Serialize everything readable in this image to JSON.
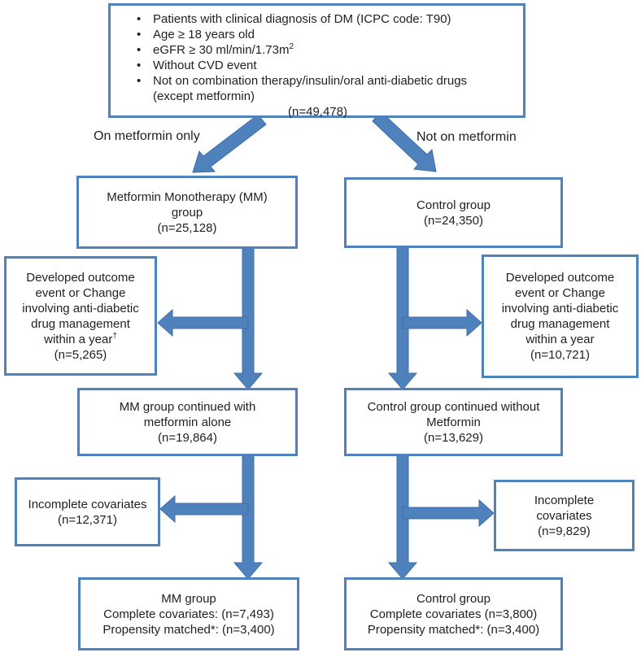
{
  "colors": {
    "accent": "#4f81bd",
    "accent_dark": "#3f6fa5",
    "text": "#1f1f1f",
    "background": "#ffffff"
  },
  "top_box": {
    "bullet": "•",
    "lines": [
      {
        "text": "Patients with clinical diagnosis of DM (ICPC code: T90)",
        "sup": ""
      },
      {
        "text": "Age ≥ 18 years old",
        "sup": ""
      },
      {
        "text": "eGFR ≥ 30 ml/min/1.73m",
        "sup": "2"
      },
      {
        "text": "Without CVD event",
        "sup": ""
      },
      {
        "text": "Not on combination therapy/insulin/oral anti-diabetic drugs",
        "sup": ""
      },
      {
        "text": "(except metformin)",
        "sup": ""
      }
    ],
    "n_label": "(n=49,478)"
  },
  "branch_labels": {
    "left": "On metformin only",
    "right": "Not on metformin"
  },
  "boxes": {
    "mm_group": {
      "lines": [
        "Metformin Monotherapy (MM)",
        "group",
        "(n=25,128)"
      ]
    },
    "control_group": {
      "lines": [
        "Control group",
        "(n=24,350)"
      ]
    },
    "mm_excluded": {
      "lines": [
        "Developed outcome",
        "event or Change",
        "involving anti-diabetic",
        "drug management",
        "within a year"
      ],
      "sup": "†",
      "n_label": "(n=5,265)"
    },
    "control_excluded": {
      "lines": [
        "Developed outcome",
        "event or Change",
        "involving anti-diabetic",
        "drug management",
        "within a year"
      ],
      "sup": "",
      "n_label": "(n=10,721)"
    },
    "mm_continued": {
      "lines": [
        "MM group continued with",
        "metformin alone",
        "(n=19,864)"
      ]
    },
    "control_continued": {
      "lines": [
        "Control group continued without",
        "Metformin",
        "(n=13,629)"
      ]
    },
    "mm_incomplete": {
      "lines": [
        "Incomplete covariates",
        "(n=12,371)"
      ]
    },
    "control_incomplete": {
      "lines": [
        "Incomplete",
        "covariates",
        "(n=9,829)"
      ]
    },
    "mm_final": {
      "lines": [
        "MM group",
        "Complete covariates: (n=7,493)",
        "Propensity matched*: (n=3,400)"
      ]
    },
    "control_final": {
      "lines": [
        "Control group",
        "Complete covariates (n=3,800)",
        "Propensity matched*: (n=3,400)"
      ]
    }
  }
}
